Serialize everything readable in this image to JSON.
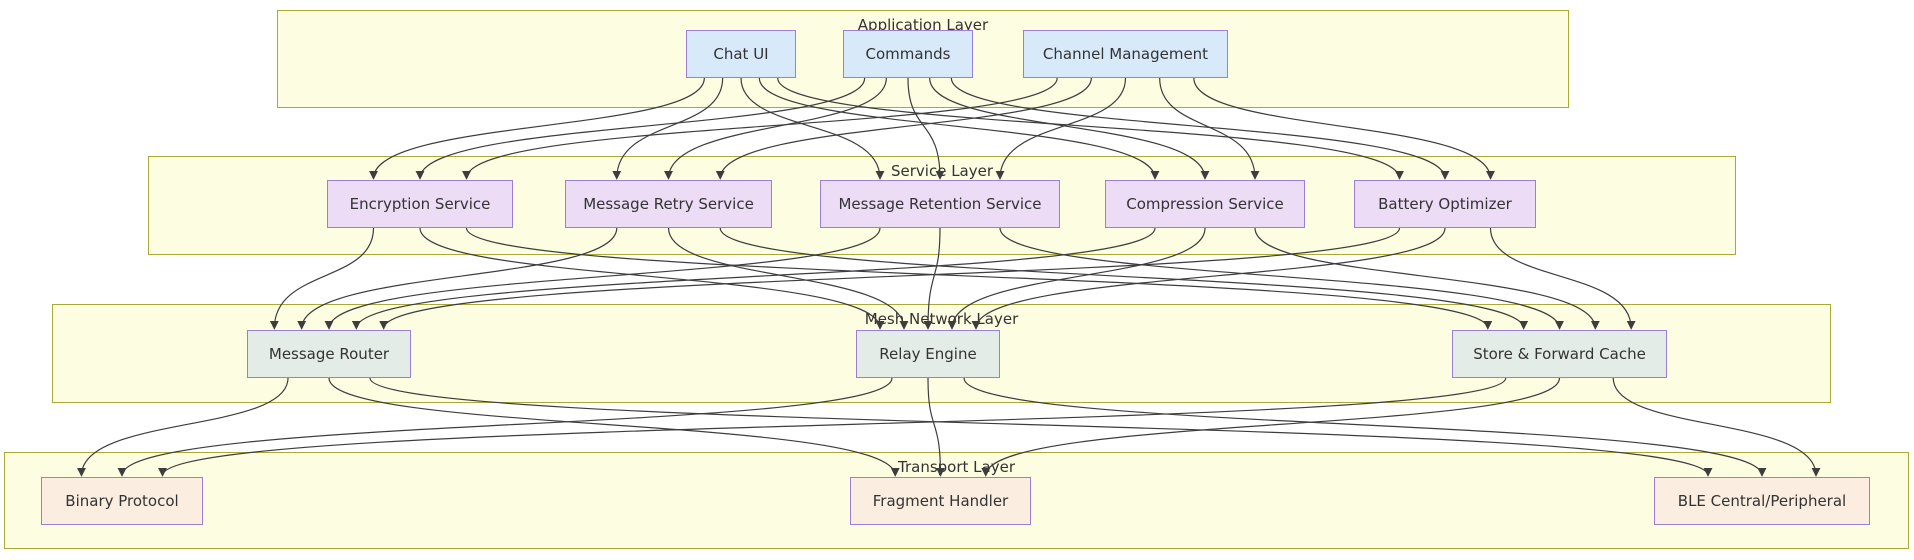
{
  "diagram": {
    "type": "layered-flowchart",
    "direction": "top-down",
    "layers": [
      {
        "label": "Application Layer",
        "nodes": [
          {
            "id": "chat-ui",
            "label": "Chat UI"
          },
          {
            "id": "commands",
            "label": "Commands"
          },
          {
            "id": "channel-management",
            "label": "Channel Management"
          }
        ]
      },
      {
        "label": "Service Layer",
        "nodes": [
          {
            "id": "encryption-service",
            "label": "Encryption Service"
          },
          {
            "id": "message-retry-service",
            "label": "Message Retry Service"
          },
          {
            "id": "message-retention-service",
            "label": "Message Retention Service"
          },
          {
            "id": "compression-service",
            "label": "Compression Service"
          },
          {
            "id": "battery-optimizer",
            "label": "Battery Optimizer"
          }
        ]
      },
      {
        "label": "Mesh Network Layer",
        "nodes": [
          {
            "id": "message-router",
            "label": "Message Router"
          },
          {
            "id": "relay-engine",
            "label": "Relay Engine"
          },
          {
            "id": "store-forward-cache",
            "label": "Store & Forward Cache"
          }
        ]
      },
      {
        "label": "Transport Layer",
        "nodes": [
          {
            "id": "binary-protocol",
            "label": "Binary Protocol"
          },
          {
            "id": "fragment-handler",
            "label": "Fragment Handler"
          },
          {
            "id": "ble-central-peripheral",
            "label": "BLE Central/Peripheral"
          }
        ]
      }
    ],
    "edges": [
      [
        "chat-ui",
        "encryption-service"
      ],
      [
        "chat-ui",
        "message-retry-service"
      ],
      [
        "chat-ui",
        "message-retention-service"
      ],
      [
        "chat-ui",
        "compression-service"
      ],
      [
        "chat-ui",
        "battery-optimizer"
      ],
      [
        "commands",
        "encryption-service"
      ],
      [
        "commands",
        "message-retry-service"
      ],
      [
        "commands",
        "message-retention-service"
      ],
      [
        "commands",
        "compression-service"
      ],
      [
        "commands",
        "battery-optimizer"
      ],
      [
        "channel-management",
        "encryption-service"
      ],
      [
        "channel-management",
        "message-retry-service"
      ],
      [
        "channel-management",
        "message-retention-service"
      ],
      [
        "channel-management",
        "compression-service"
      ],
      [
        "channel-management",
        "battery-optimizer"
      ],
      [
        "encryption-service",
        "message-router"
      ],
      [
        "encryption-service",
        "relay-engine"
      ],
      [
        "encryption-service",
        "store-forward-cache"
      ],
      [
        "message-retry-service",
        "message-router"
      ],
      [
        "message-retry-service",
        "relay-engine"
      ],
      [
        "message-retry-service",
        "store-forward-cache"
      ],
      [
        "message-retention-service",
        "message-router"
      ],
      [
        "message-retention-service",
        "relay-engine"
      ],
      [
        "message-retention-service",
        "store-forward-cache"
      ],
      [
        "compression-service",
        "message-router"
      ],
      [
        "compression-service",
        "relay-engine"
      ],
      [
        "compression-service",
        "store-forward-cache"
      ],
      [
        "battery-optimizer",
        "message-router"
      ],
      [
        "battery-optimizer",
        "relay-engine"
      ],
      [
        "battery-optimizer",
        "store-forward-cache"
      ],
      [
        "message-router",
        "binary-protocol"
      ],
      [
        "message-router",
        "fragment-handler"
      ],
      [
        "message-router",
        "ble-central-peripheral"
      ],
      [
        "relay-engine",
        "binary-protocol"
      ],
      [
        "relay-engine",
        "fragment-handler"
      ],
      [
        "relay-engine",
        "ble-central-peripheral"
      ],
      [
        "store-forward-cache",
        "binary-protocol"
      ],
      [
        "store-forward-cache",
        "fragment-handler"
      ],
      [
        "store-forward-cache",
        "ble-central-peripheral"
      ]
    ],
    "colors": {
      "layer_fill": "#fdfde1",
      "layer_border": "#a9a93a",
      "app_fill": "#d8e9fa",
      "service_fill": "#ecdcf6",
      "mesh_fill": "#e4ece8",
      "transport_fill": "#fbeee1",
      "node_border": "#9b7fd6",
      "edge": "#3d3d3d",
      "text": "#333333"
    }
  }
}
